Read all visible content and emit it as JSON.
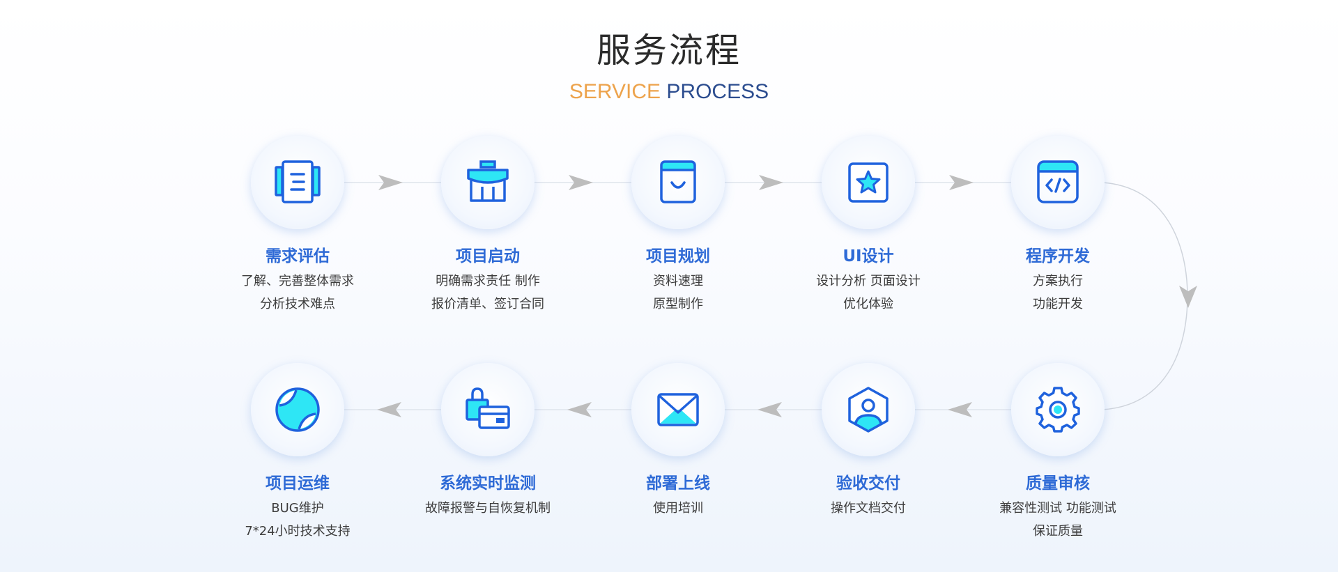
{
  "header": {
    "title": "服务流程",
    "subtitle_part1": "SERVICE",
    "subtitle_part2": "PROCESS"
  },
  "colors": {
    "icon_blue": "#1f62dd",
    "icon_cyan": "#2ee6f5",
    "title_blue": "#2e6ad6",
    "subtitle_orange": "#eda34c",
    "subtitle_navy": "#2c4d8f",
    "arrow_gray": "#bdbdbd"
  },
  "steps": [
    {
      "icon": "document-icon",
      "title": "需求评估",
      "lines": [
        "了解、完善整体需求",
        "分析技术难点"
      ]
    },
    {
      "icon": "briefcase-icon",
      "title": "项目启动",
      "lines": [
        "明确需求责任 制作",
        "报价清单、签订合同"
      ]
    },
    {
      "icon": "shopping-bag-icon",
      "title": "项目规划",
      "lines": [
        "资料速理",
        "原型制作"
      ]
    },
    {
      "icon": "star-frame-icon",
      "title": "UI设计",
      "lines": [
        "设计分析 页面设计",
        "优化体验"
      ]
    },
    {
      "icon": "code-window-icon",
      "title": "程序开发",
      "lines": [
        "方案执行",
        "功能开发"
      ]
    },
    {
      "icon": "gear-icon",
      "title": "质量审核",
      "lines": [
        "兼容性测试 功能测试",
        "保证质量"
      ]
    },
    {
      "icon": "user-hexagon-icon",
      "title": "验收交付",
      "lines": [
        "操作文档交付"
      ]
    },
    {
      "icon": "envelope-icon",
      "title": "部署上线",
      "lines": [
        "使用培训"
      ]
    },
    {
      "icon": "lock-card-icon",
      "title": "系统实时监测",
      "lines": [
        "故障报警与自恢复机制"
      ]
    },
    {
      "icon": "ball-icon",
      "title": "项目运维",
      "lines": [
        "BUG维护",
        "7*24小时技术支持"
      ]
    }
  ]
}
